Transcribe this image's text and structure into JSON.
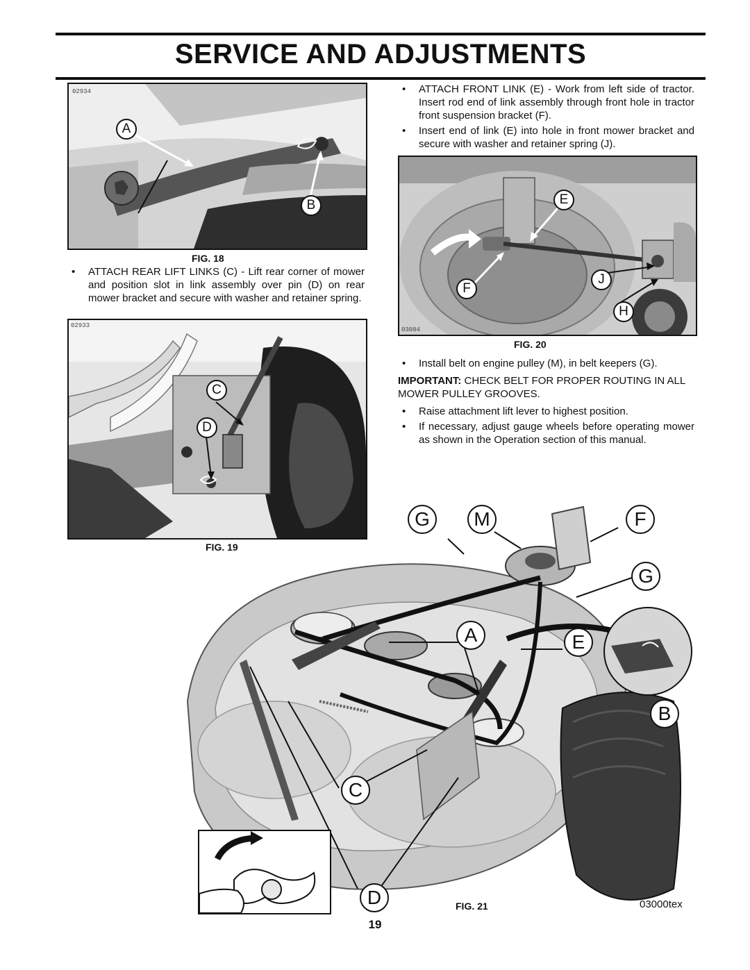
{
  "header": {
    "title": "SERVICE AND ADJUSTMENTS"
  },
  "fig18": {
    "code": "02934",
    "caption": "FIG. 18",
    "labels": {
      "a": "A",
      "b": "B"
    }
  },
  "rear_links": {
    "text": "ATTACH REAR LIFT LINKS (C) - Lift rear corner of mower and position slot in link assembly over pin (D) on rear mower bracket and secure with washer and retainer spring."
  },
  "fig19": {
    "code": "02933",
    "caption": "FIG. 19",
    "labels": {
      "c": "C",
      "d": "D"
    }
  },
  "front_link": {
    "bullet1": "ATTACH FRONT LINK (E) - Work from left side of tractor. Insert rod end of link assembly through front hole in tractor front suspension bracket (F).",
    "bullet2": "Insert end of link (E) into hole in front mower bracket and secure with washer and retainer spring (J)."
  },
  "fig20": {
    "code": "03004",
    "caption": "FIG. 20",
    "labels": {
      "e": "E",
      "f": "F",
      "j": "J",
      "h": "H"
    }
  },
  "belt": {
    "bullet1": "Install belt on engine pulley (M), in belt keepers (G).",
    "important_label": "IMPORTANT:",
    "important_text": " CHECK BELT FOR PROPER ROUTING IN ALL MOWER PULLEY GROOVES.",
    "bullet2": "Raise attachment lift lever to highest position.",
    "bullet3": "If necessary, adjust gauge wheels before operating mower as shown in the Operation section of this manual."
  },
  "fig21": {
    "code": "03000tex",
    "caption": "FIG. 21",
    "labels": {
      "g1": "G",
      "m": "M",
      "f": "F",
      "g2": "G",
      "a": "A",
      "e": "E",
      "b": "B",
      "c": "C",
      "d": "D"
    }
  },
  "footer": {
    "page_number": "19"
  }
}
